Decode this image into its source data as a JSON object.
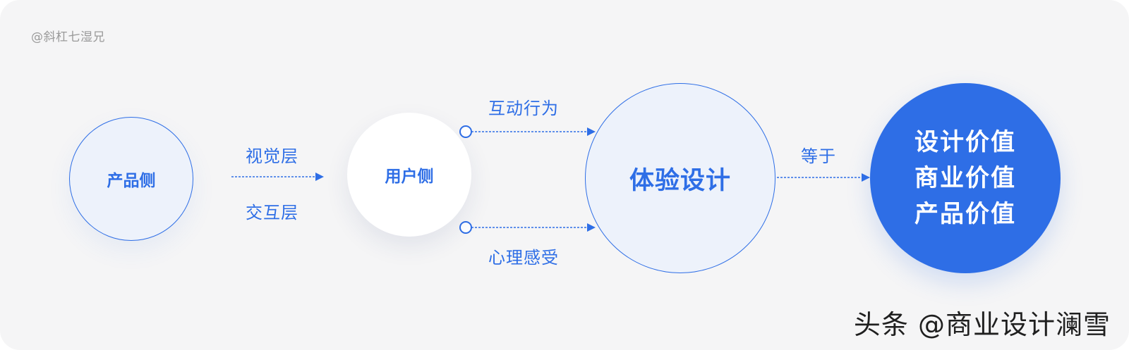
{
  "author": "@斜杠七湿兄",
  "nodes": {
    "product_side": "产品侧",
    "user_side": "用户侧",
    "experience_design": "体验设计",
    "values": [
      "设计价值",
      "商业价值",
      "产品价值"
    ]
  },
  "edges": {
    "visual_layer": "视觉层",
    "interaction_layer": "交互层",
    "interaction_behavior": "互动行为",
    "psychological_feeling": "心理感受",
    "equals": "等于"
  },
  "watermark": "头条 @商业设计澜雪",
  "colors": {
    "accent": "#2e6ee6",
    "background": "#f5f5f6",
    "light_fill": "#edf2fb",
    "author_text": "#9a9a9a"
  }
}
